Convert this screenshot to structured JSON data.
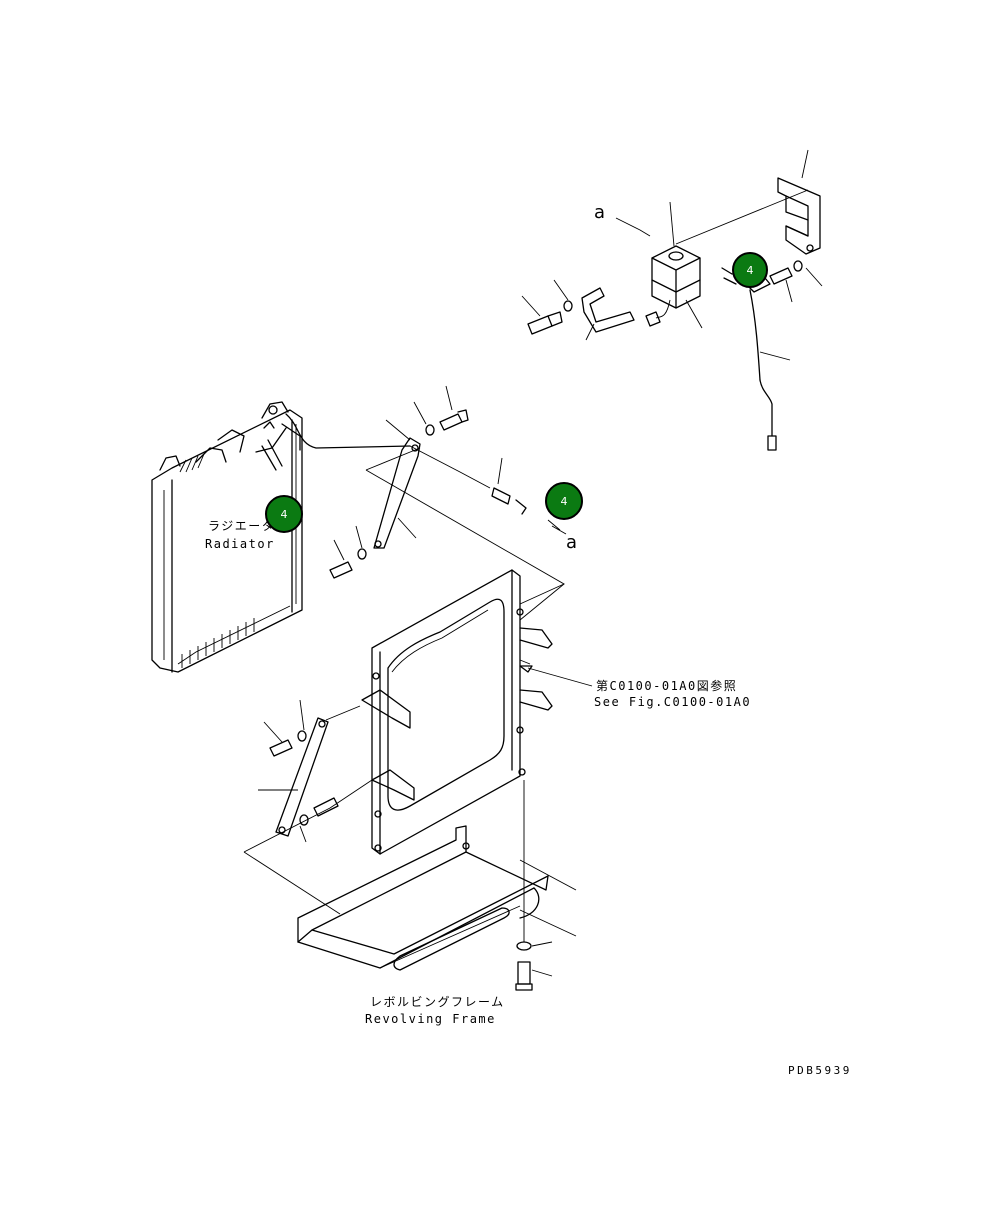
{
  "labels": {
    "radiator_jp": "ラジエータ",
    "radiator_en": "Radiator",
    "frame_jp": "レボルビングフレーム",
    "frame_en": "Revolving Frame",
    "ref_jp": "第C0100-01A0図参照",
    "ref_en": "See Fig.C0100-01A0",
    "arrow_a_top": "a",
    "arrow_a_mid": "a",
    "drawing_code": "PDB5939"
  },
  "badges": [
    {
      "id": "tank",
      "number": "4",
      "color": "#0b7a12"
    },
    {
      "id": "hose-end",
      "number": "4",
      "color": "#0b7a12"
    },
    {
      "id": "radiator",
      "number": "4",
      "color": "#0b7a12"
    }
  ]
}
